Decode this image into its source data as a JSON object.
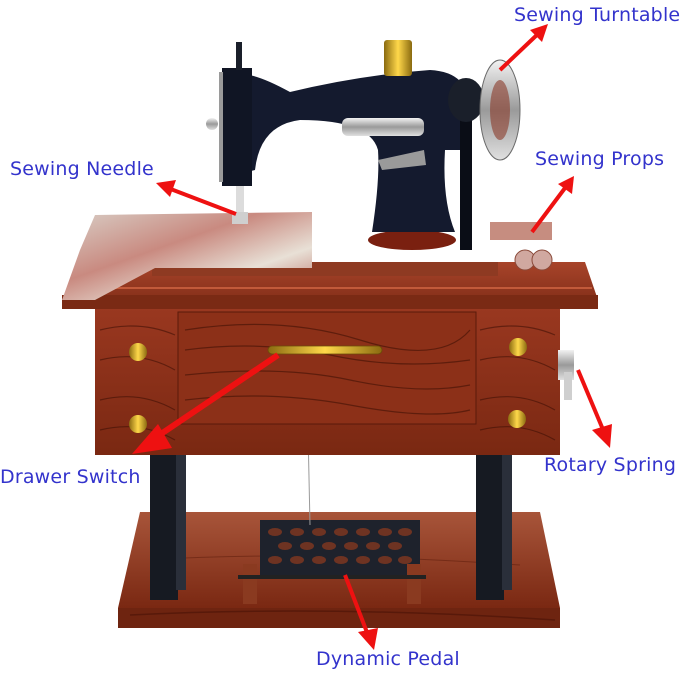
{
  "image": {
    "subject": "Vintage mini sewing machine music box",
    "label_color": "#3333cc",
    "arrow_color": "#ee1111",
    "wood_color": "#8a2e1a",
    "machine_color": "#141a2e"
  },
  "annotations": [
    {
      "id": "sewing-turntable",
      "label": "Sewing Turntable"
    },
    {
      "id": "sewing-needle",
      "label": "Sewing Needle"
    },
    {
      "id": "sewing-props",
      "label": "Sewing Props"
    },
    {
      "id": "drawer-switch",
      "label": "Drawer Switch"
    },
    {
      "id": "rotary-spring",
      "label": "Rotary Spring"
    },
    {
      "id": "dynamic-pedal",
      "label": "Dynamic Pedal"
    }
  ]
}
